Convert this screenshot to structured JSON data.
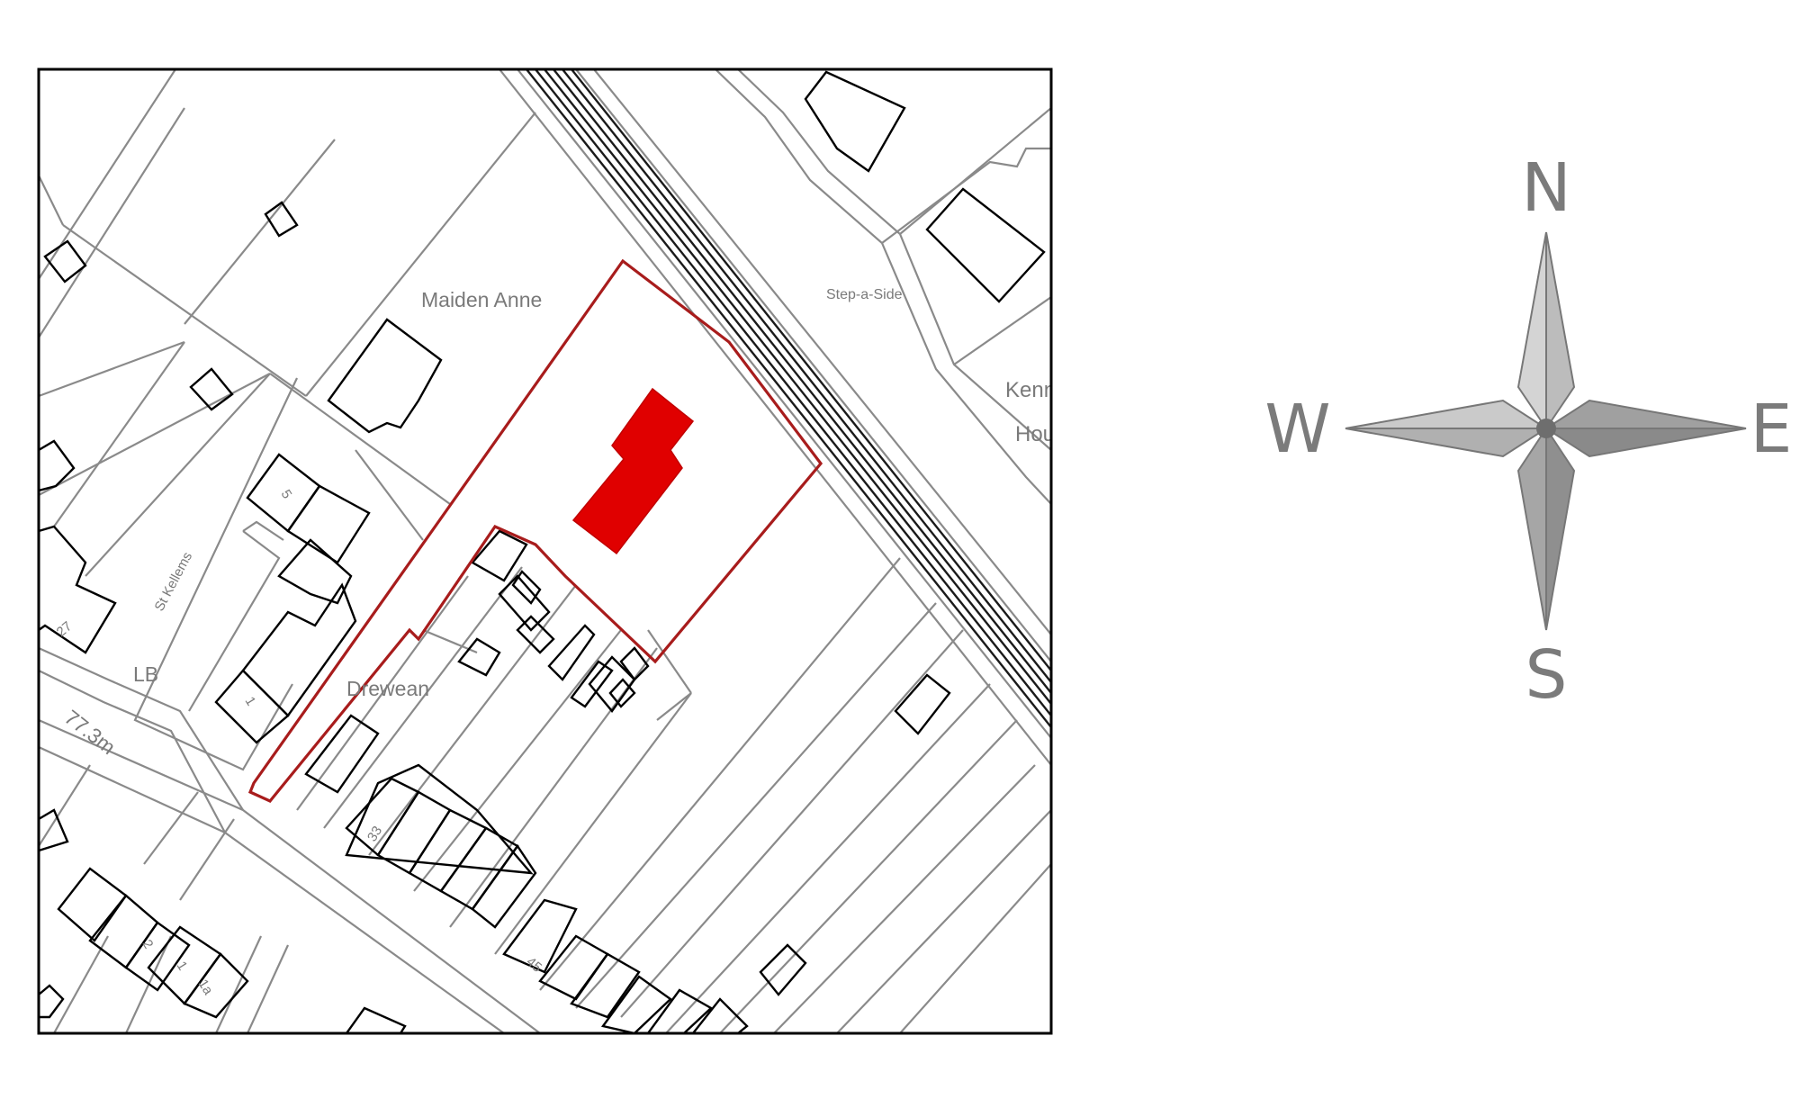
{
  "map": {
    "labels": {
      "maiden_anne": "Maiden Anne",
      "step_a_side": "Step-a-Side",
      "kennet": "Kennet",
      "house": "House",
      "st_kellems": "St Kellems",
      "lb": "LB",
      "drewean": "Drewean",
      "spot_height": "77.3m",
      "no_27": "27",
      "no_5": "5",
      "no_1_left": "1",
      "no_33": "33",
      "no_2": "2",
      "no_1_bottom": "1",
      "no_1a": "1a",
      "no_45": "45"
    },
    "colors": {
      "site_boundary": "#a81c1c",
      "building_highlight": "#e00000",
      "building_outline": "#000000",
      "plot_lines": "#8a8a8a",
      "rail_lines": "#1a1a1a"
    }
  },
  "compass": {
    "icon": "compass-rose-icon",
    "north": "N",
    "east": "E",
    "south": "S",
    "west": "W"
  }
}
